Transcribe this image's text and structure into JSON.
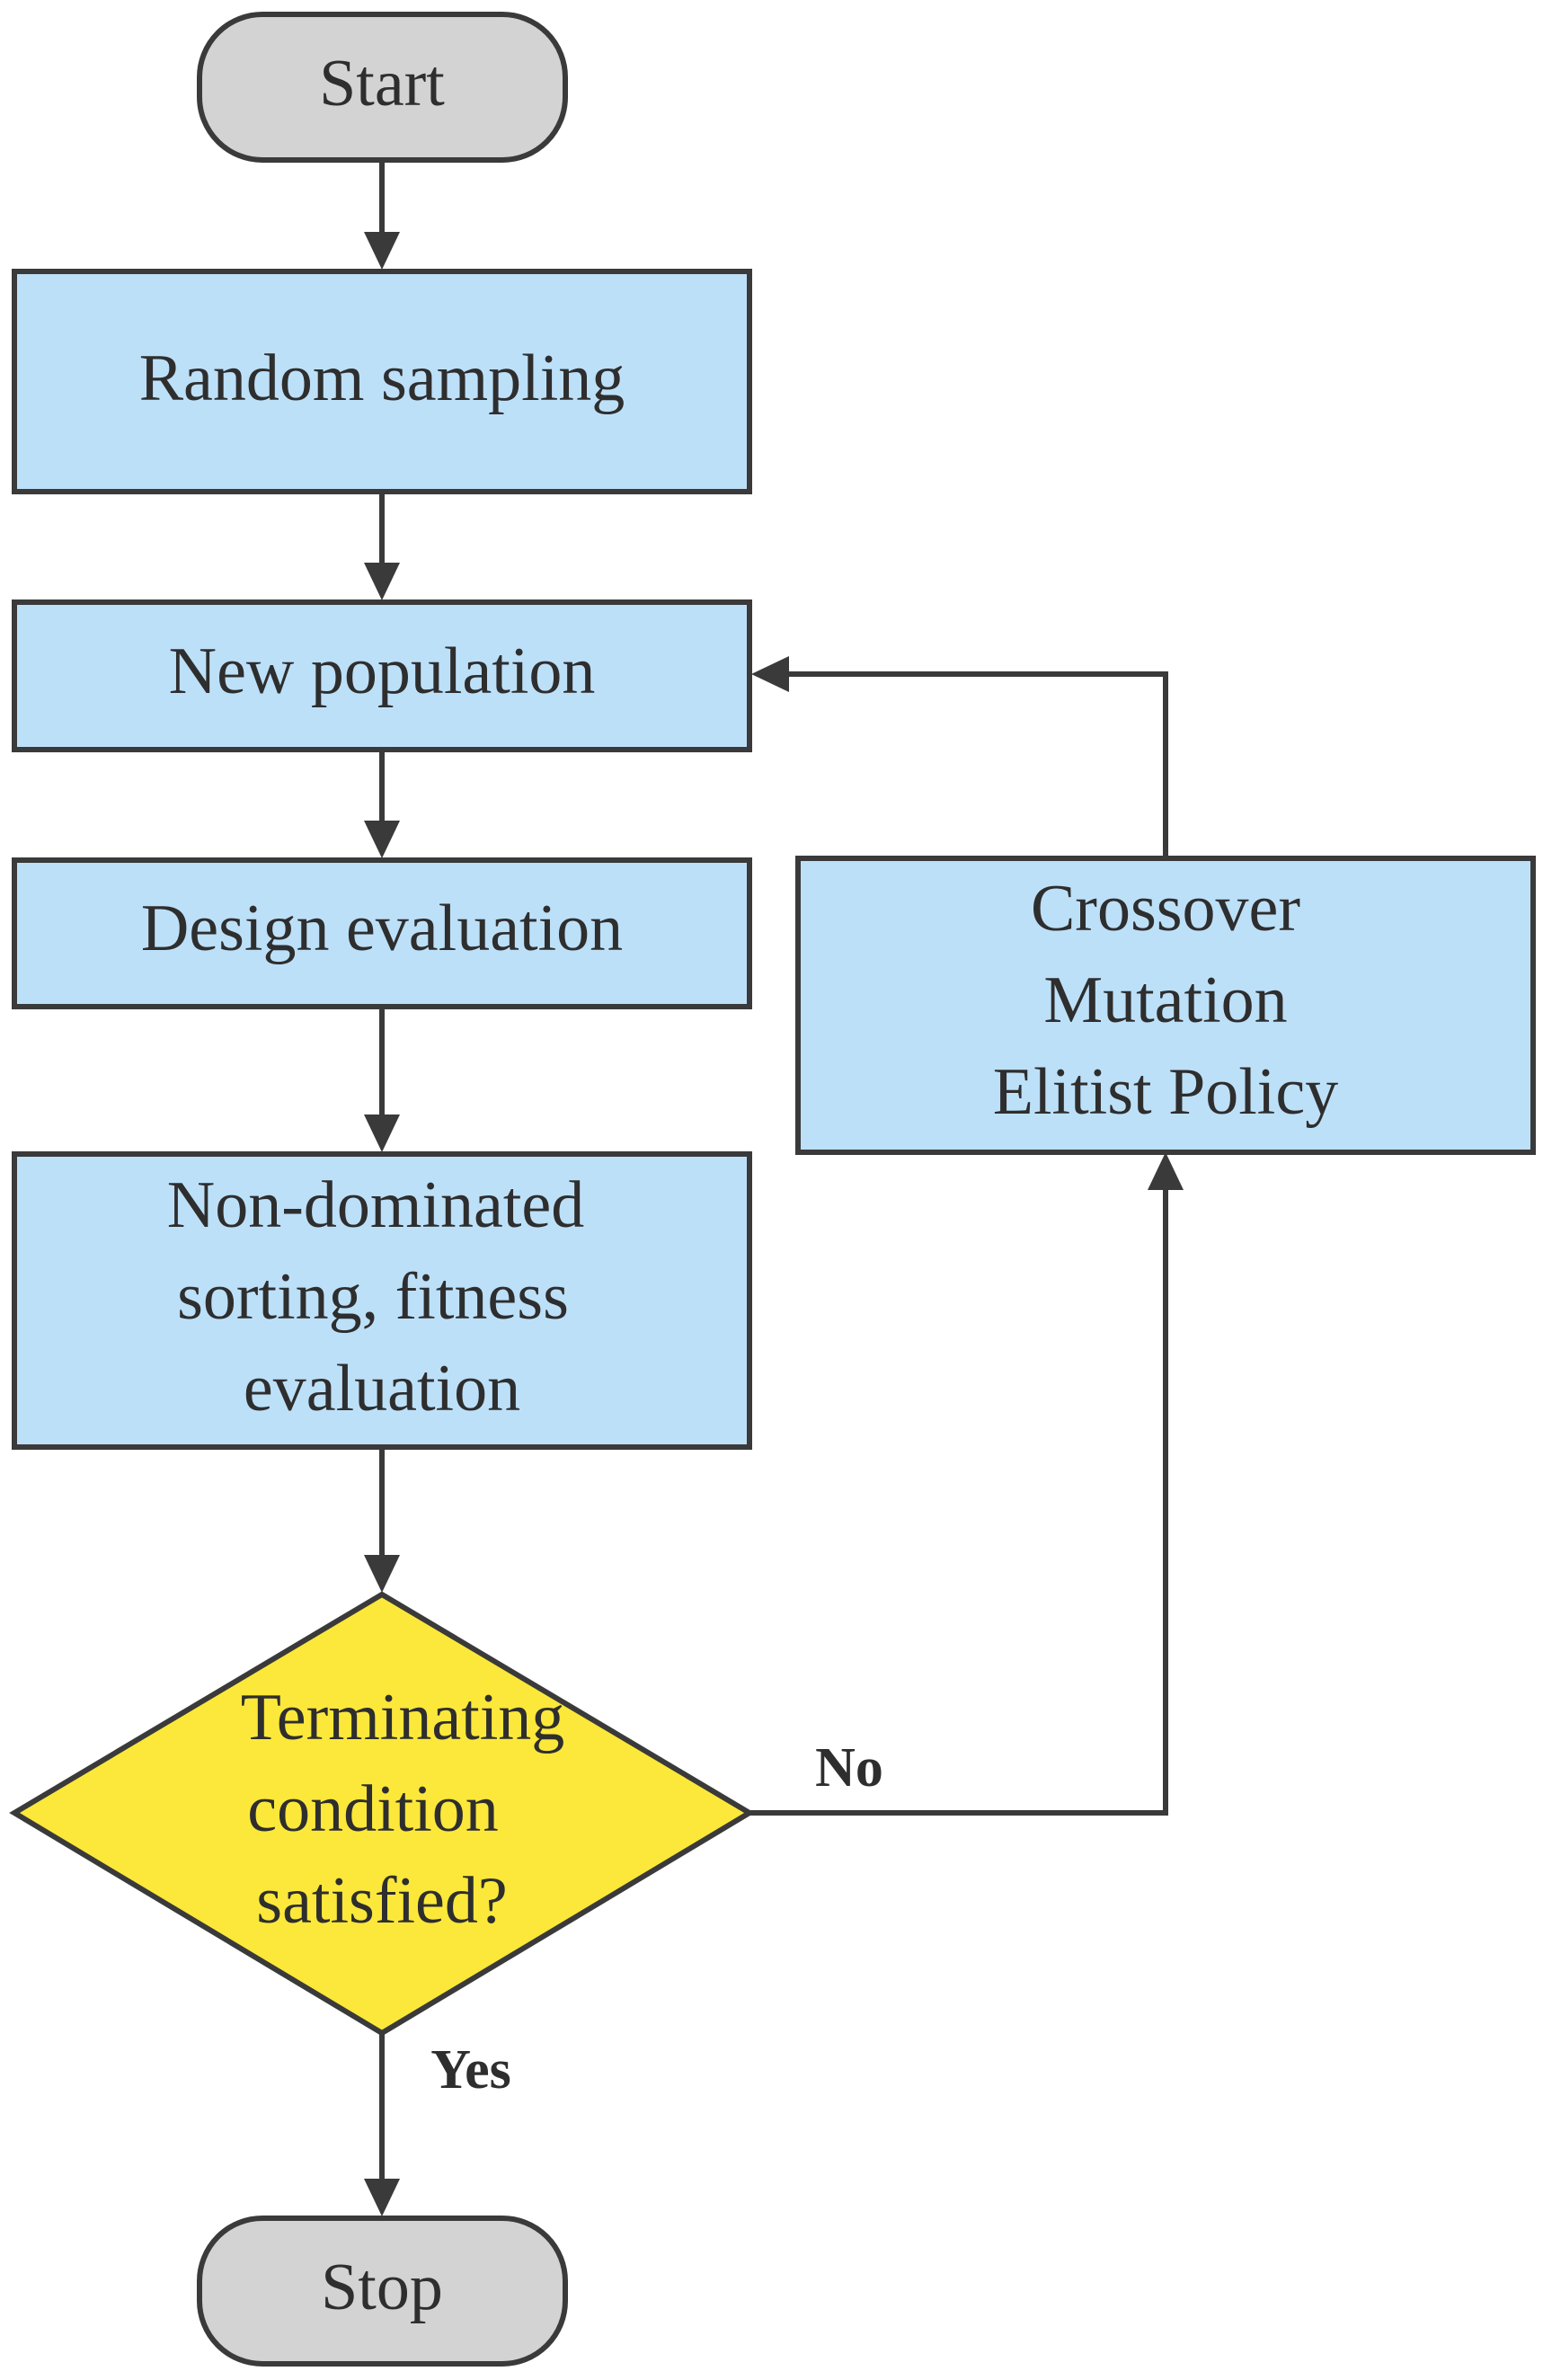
{
  "diagram": {
    "nodes": {
      "start": {
        "label": "Start",
        "shape": "terminal",
        "fill": "#d3d3d3"
      },
      "random_sampling": {
        "label": "Random sampling",
        "shape": "process",
        "fill": "#bde0f9"
      },
      "new_population": {
        "label": "New population",
        "shape": "process",
        "fill": "#bde0f9"
      },
      "design_evaluation": {
        "label": "Design evaluation",
        "shape": "process",
        "fill": "#bde0f9"
      },
      "sorting": {
        "lines": [
          "Non-dominated",
          "sorting, fitness",
          "evaluation"
        ],
        "shape": "process",
        "fill": "#bde0f9"
      },
      "operators": {
        "lines": [
          "Crossover",
          "Mutation",
          "Elitist Policy"
        ],
        "shape": "process",
        "fill": "#bde0f9"
      },
      "decision": {
        "lines": [
          "Terminating",
          "condition",
          "satisfied?"
        ],
        "shape": "decision",
        "fill": "#fce83a"
      },
      "stop": {
        "label": "Stop",
        "shape": "terminal",
        "fill": "#d3d3d3"
      }
    },
    "edges": {
      "no_label": "No",
      "yes_label": "Yes"
    },
    "colors": {
      "stroke": "#3a3a3a",
      "text": "#2e2e2e"
    }
  }
}
